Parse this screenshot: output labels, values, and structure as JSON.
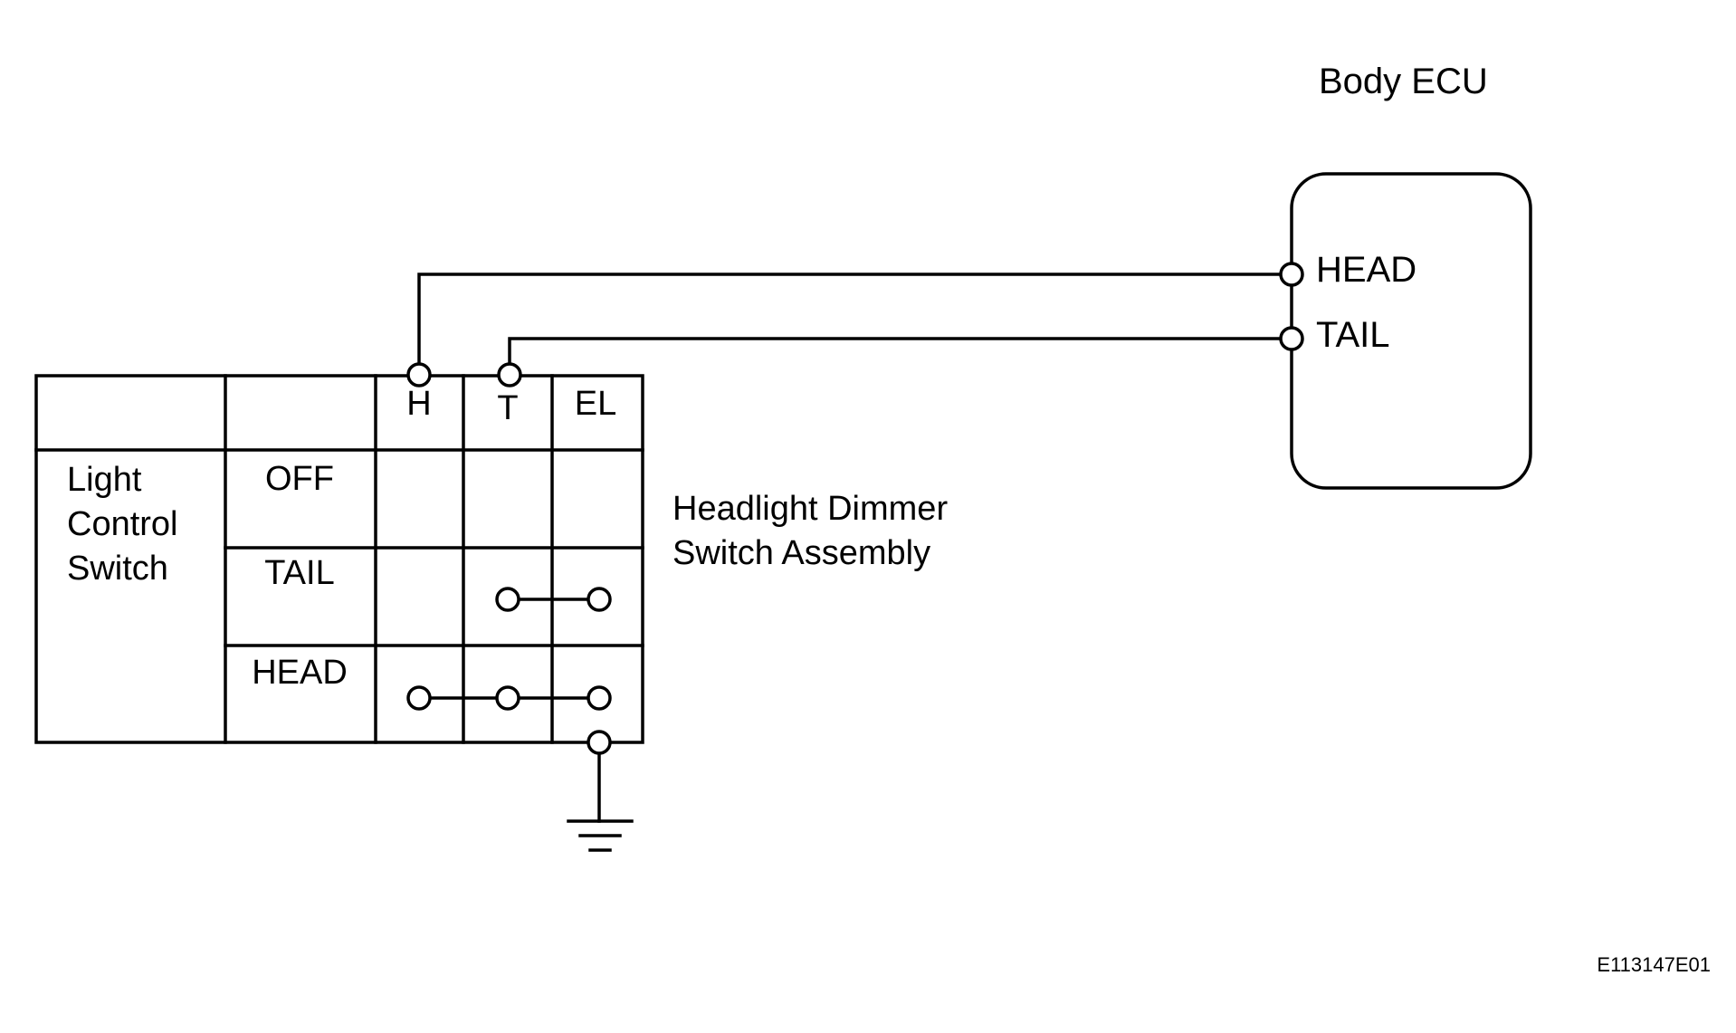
{
  "ecu": {
    "title": "Body ECU",
    "pins": {
      "head": "HEAD",
      "tail": "TAIL"
    }
  },
  "switch_assembly": {
    "title_line1": "Headlight Dimmer",
    "title_line2": "Switch Assembly",
    "row_header_line1": "Light",
    "row_header_line2": "Control",
    "row_header_line3": "Switch",
    "columns": {
      "h": "H",
      "t": "T",
      "el": "EL"
    },
    "positions": {
      "off": "OFF",
      "tail": "TAIL",
      "head": "HEAD"
    },
    "continuity": {
      "OFF": [],
      "TAIL": [
        "T",
        "EL"
      ],
      "HEAD": [
        "H",
        "T",
        "EL"
      ]
    }
  },
  "figure_code": "E113147E01",
  "colors": {
    "line": "#000000",
    "background": "#ffffff"
  }
}
